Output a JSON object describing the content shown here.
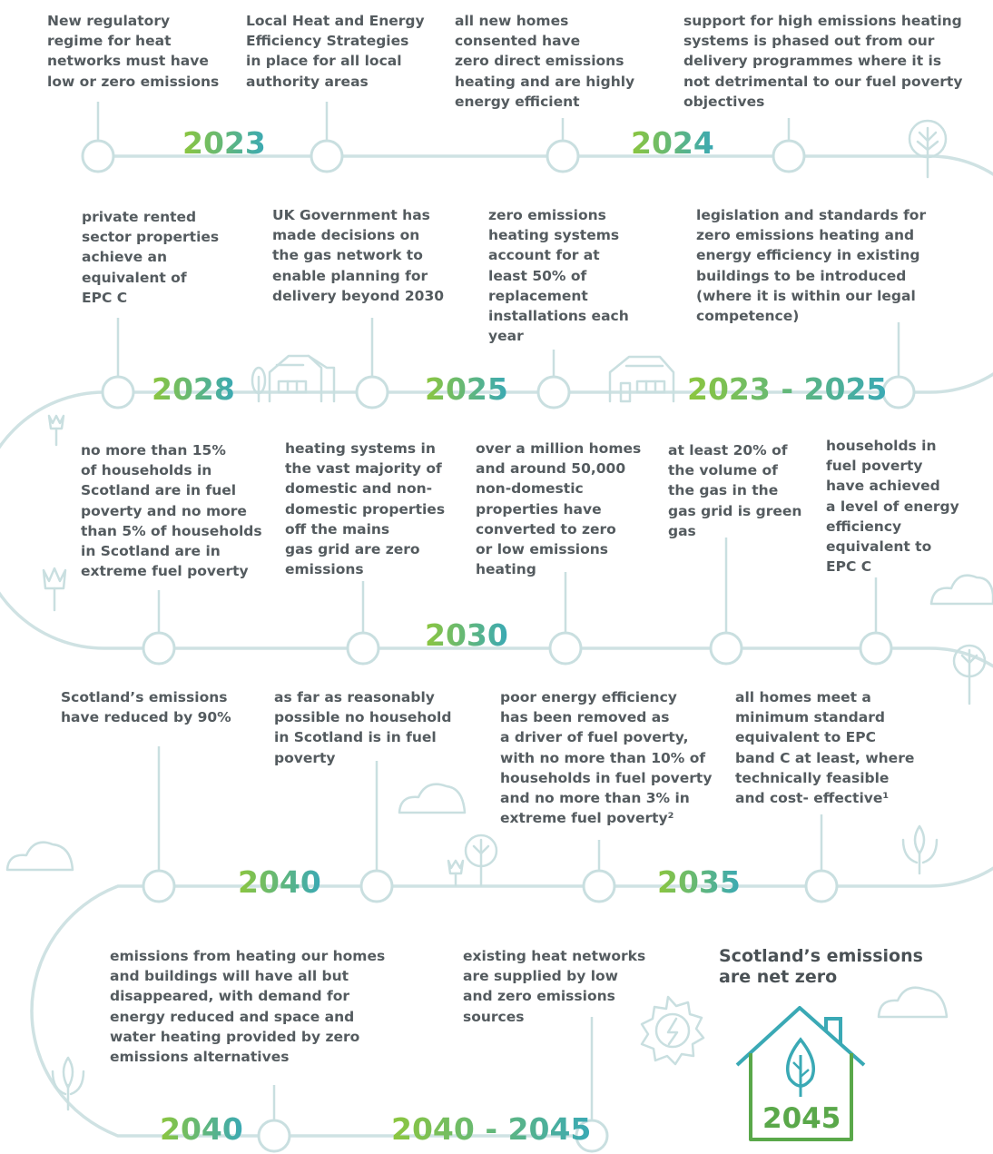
{
  "colors": {
    "path": "#cfe2e3",
    "text": "#545b5f",
    "green": "#8cc63e",
    "teal": "#3aa9b5"
  },
  "years": {
    "y2023": "2023",
    "y2024": "2024",
    "y2028": "2028",
    "y2025": "2025",
    "y2023_2025": "2023 - 2025",
    "y2030": "2030",
    "y2040a": "2040",
    "y2035": "2035",
    "y2040b": "2040",
    "y2040_2045": "2040 - 2045",
    "y2045": "2045"
  },
  "milestones": {
    "m1": "New regulatory\nregime for heat\nnetworks must have\nlow or zero emissions",
    "m2": "Local Heat and Energy\nEfficiency Strategies\nin place for all local\nauthority areas",
    "m3": "all new homes\nconsented have\nzero direct emissions\nheating and are highly\nenergy efficient",
    "m4": "support for high emissions heating\nsystems is phased out from our\ndelivery programmes where it is\nnot detrimental to our fuel poverty\nobjectives",
    "m5": "private rented\nsector properties\nachieve an\nequivalent of\nEPC C",
    "m6": "UK Government has\nmade decisions on\nthe gas network to\nenable planning for\ndelivery beyond 2030",
    "m7": "zero emissions\nheating systems\naccount for at\nleast 50% of\nreplacement\ninstallations each\nyear",
    "m8": "legislation and standards for\nzero emissions heating and\nenergy efficiency in existing\nbuildings to be introduced\n(where it is within our legal\ncompetence)",
    "m9": "no more than 15%\nof households in\nScotland are in fuel\npoverty and no more\nthan 5% of households\nin Scotland are in\nextreme fuel poverty",
    "m10": "heating systems in\nthe vast majority of\ndomestic and non-\ndomestic properties\noff the mains\ngas grid are zero\nemissions",
    "m11": "over a million homes\nand around 50,000\nnon-domestic\nproperties have\nconverted to zero\nor low emissions\nheating",
    "m12": "at least 20% of\nthe volume of\nthe gas in the\ngas grid is green\ngas",
    "m13": "households in\nfuel poverty\nhave achieved\na level of energy\nefficiency\nequivalent to\nEPC C",
    "m14": "Scotland’s emissions\nhave reduced by 90%",
    "m15": "as far as reasonably\npossible no household\nin Scotland is in fuel\npoverty",
    "m16": "poor energy efficiency\nhas been removed as\na driver of fuel poverty,\nwith no more than 10% of\nhouseholds in fuel poverty\nand no more than 3% in\nextreme fuel poverty²",
    "m17": "all homes meet a\nminimum standard\nequivalent to EPC\nband C at least, where\ntechnically feasible\nand cost- effective¹",
    "m18": "emissions from heating our homes\nand buildings will have all but\ndisappeared, with demand for\nenergy reduced and space and\nwater heating provided by zero\nemissions alternatives",
    "m19": "existing heat networks\nare supplied by low\nand zero emissions\nsources",
    "m20": "Scotland’s emissions\nare net zero"
  }
}
